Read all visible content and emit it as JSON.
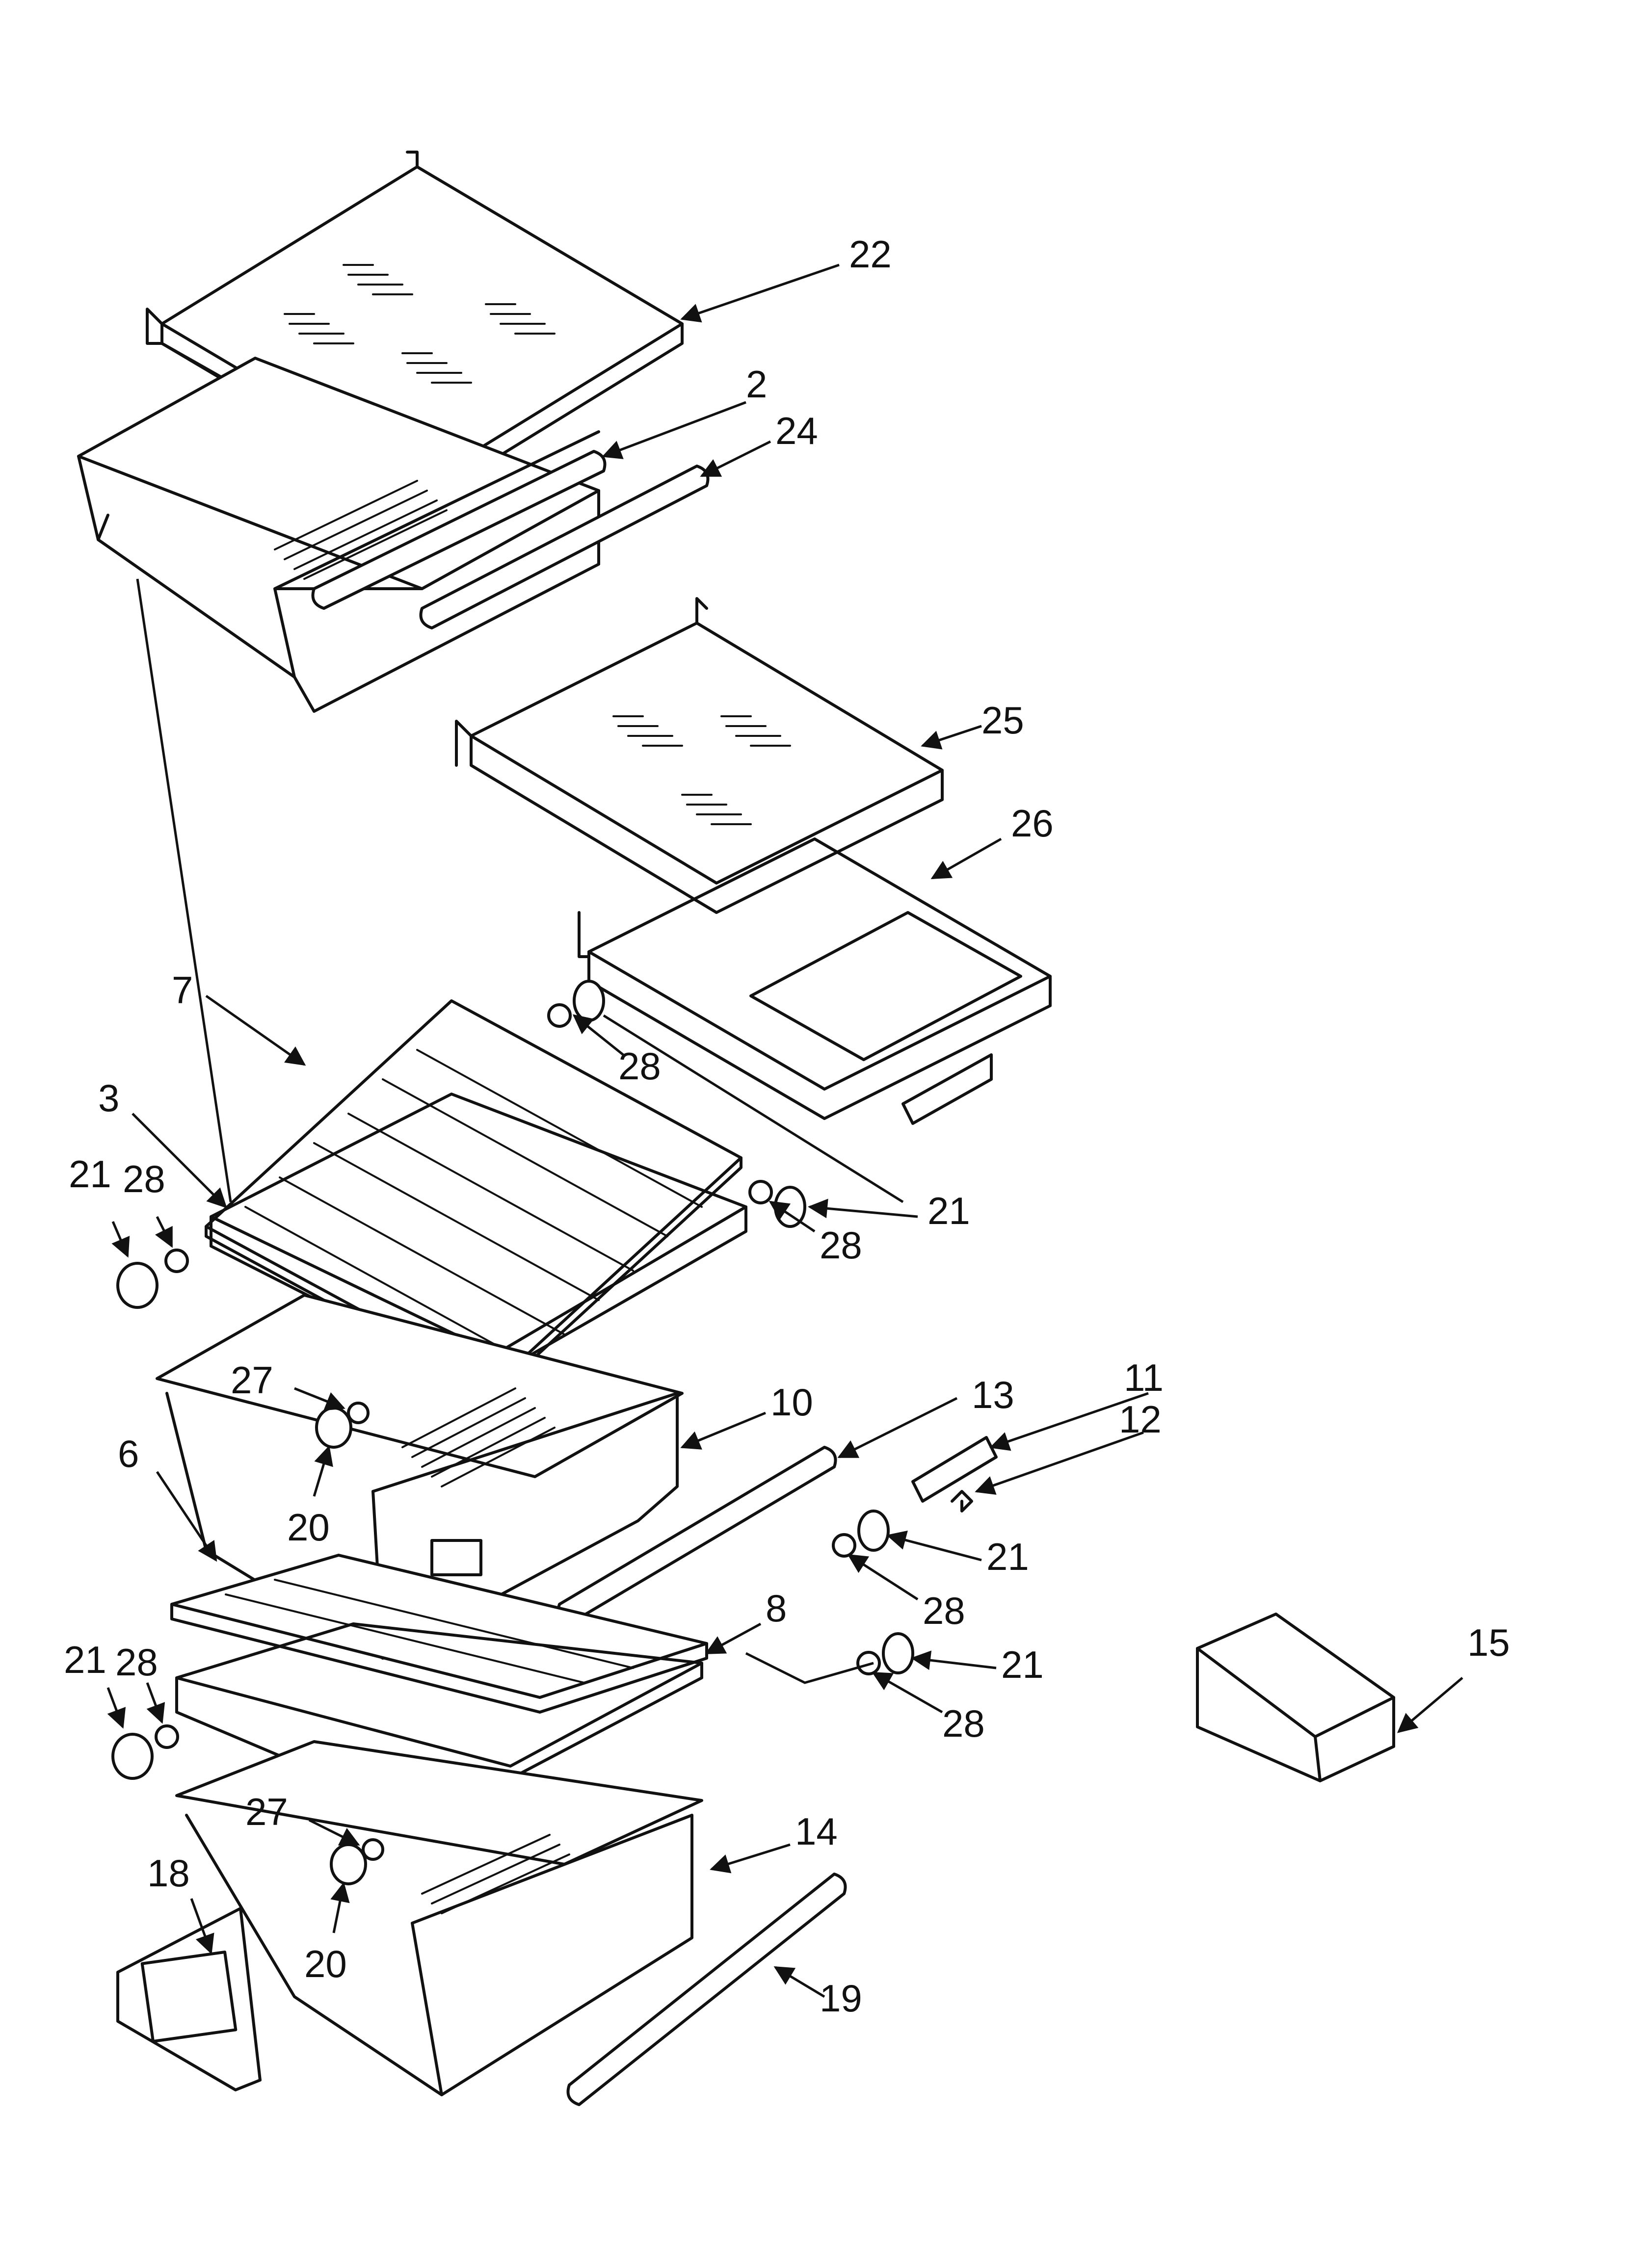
{
  "colors": {
    "line": "#111111",
    "background": "#ffffff"
  },
  "callouts": [
    {
      "id": "c22",
      "text": "22"
    },
    {
      "id": "c2",
      "text": "2"
    },
    {
      "id": "c24",
      "text": "24"
    },
    {
      "id": "c25",
      "text": "25"
    },
    {
      "id": "c26",
      "text": "26"
    },
    {
      "id": "c7",
      "text": "7"
    },
    {
      "id": "c28a",
      "text": "28"
    },
    {
      "id": "c3",
      "text": "3"
    },
    {
      "id": "c21a",
      "text": "21"
    },
    {
      "id": "c28b",
      "text": "28"
    },
    {
      "id": "c21b",
      "text": "21"
    },
    {
      "id": "c28c",
      "text": "28"
    },
    {
      "id": "c27a",
      "text": "27"
    },
    {
      "id": "c10",
      "text": "10"
    },
    {
      "id": "c13",
      "text": "13"
    },
    {
      "id": "c11",
      "text": "11"
    },
    {
      "id": "c12",
      "text": "12"
    },
    {
      "id": "c6",
      "text": "6"
    },
    {
      "id": "c20a",
      "text": "20"
    },
    {
      "id": "c21c",
      "text": "21"
    },
    {
      "id": "c28d",
      "text": "28"
    },
    {
      "id": "c8",
      "text": "8"
    },
    {
      "id": "c21d",
      "text": "21"
    },
    {
      "id": "c28e",
      "text": "28"
    },
    {
      "id": "c21e",
      "text": "21"
    },
    {
      "id": "c28f",
      "text": "28"
    },
    {
      "id": "c15",
      "text": "15"
    },
    {
      "id": "c27b",
      "text": "27"
    },
    {
      "id": "c14",
      "text": "14"
    },
    {
      "id": "c18",
      "text": "18"
    },
    {
      "id": "c20b",
      "text": "20"
    },
    {
      "id": "c19",
      "text": "19"
    }
  ]
}
